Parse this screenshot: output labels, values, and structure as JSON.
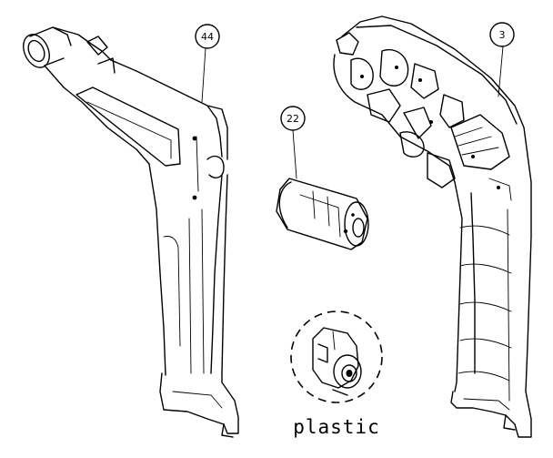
{
  "callouts": {
    "housing_left": "44",
    "motor": "22",
    "housing_right": "3"
  },
  "caption": "plastic"
}
